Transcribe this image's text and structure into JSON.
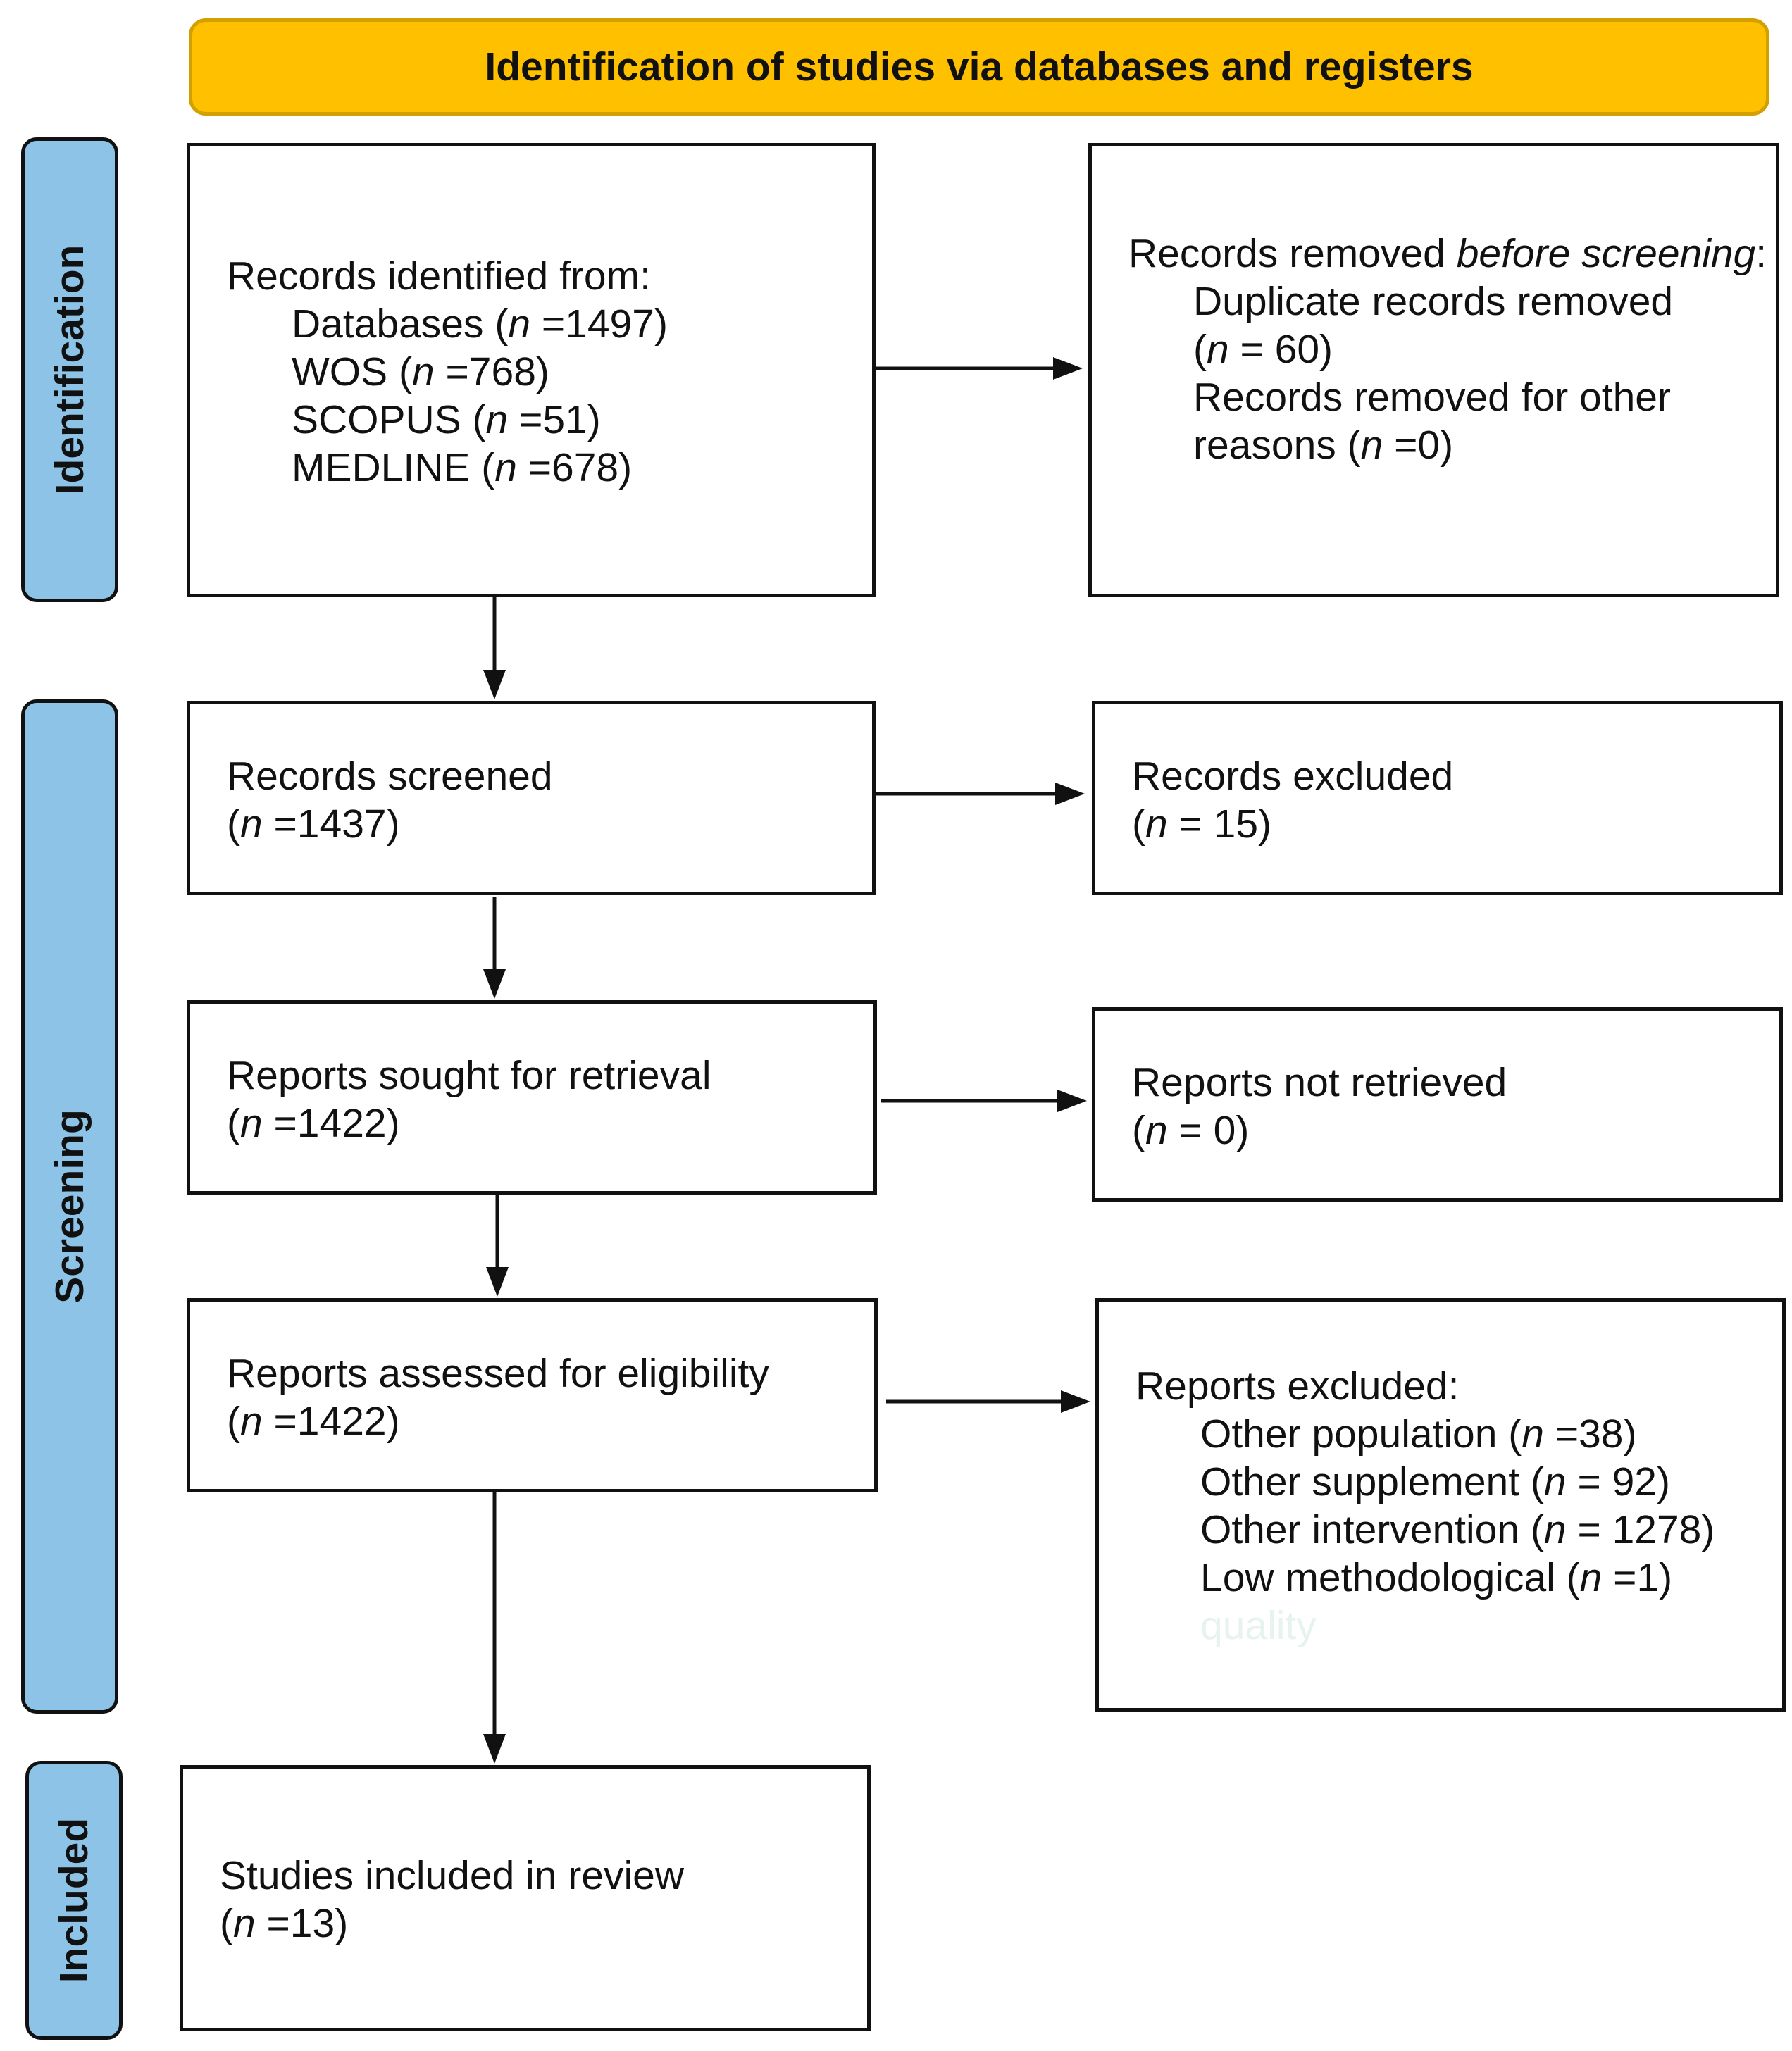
{
  "header": {
    "title": "Identification of studies via databases and registers"
  },
  "stages": {
    "identification": "Identification",
    "screening": "Screening",
    "included": "Included"
  },
  "boxes": {
    "records_identified": {
      "title": "Records identified from:",
      "databases_label": "Databases (",
      "databases_value": " =1497)",
      "wos_label": "WOS (",
      "wos_value": " =768)",
      "scopus_label": "SCOPUS (",
      "scopus_value": " =51)",
      "medline_label": "MEDLINE (",
      "medline_value": " =678)"
    },
    "records_removed": {
      "title_prefix": "Records removed ",
      "title_italic": "before screening",
      "title_suffix": ":",
      "duplicates_label": "Duplicate records removed",
      "duplicates_value_open": " (",
      "duplicates_value": " = 60)",
      "other_label": "Records removed for other",
      "other_value_open": "reasons (",
      "other_value": " =0)"
    },
    "records_screened": {
      "title": "Records screened",
      "value_open": "(",
      "value": " =1437)"
    },
    "records_excluded": {
      "title": "Records excluded",
      "value_open": "(",
      "value": " = 15)"
    },
    "reports_sought": {
      "title": "Reports sought for retrieval",
      "value_open": "(",
      "value": " =1422)"
    },
    "reports_not_retrieved": {
      "title": "Reports not retrieved",
      "value_open": "(",
      "value": " = 0)"
    },
    "reports_assessed": {
      "title": "Reports assessed for eligibility",
      "value_open": "(",
      "value": " =1422)"
    },
    "reports_excluded": {
      "title": "Reports excluded:",
      "population_label": "Other population (",
      "population_value": " =38)",
      "supplement_label": "Other supplement (",
      "supplement_value": " = 92)",
      "intervention_label": "Other intervention (",
      "intervention_value": " = 1278)",
      "methodological_label": "Low methodological (",
      "methodological_value": " =1)",
      "faint_note": "quality"
    },
    "studies_included": {
      "title": "Studies included in review",
      "value_open": "(",
      "value": " =13)"
    }
  },
  "symbols": {
    "n": "n"
  },
  "colors": {
    "header_fill": "#FFC000",
    "stage_fill": "#8EC3E8",
    "border": "#111111"
  }
}
